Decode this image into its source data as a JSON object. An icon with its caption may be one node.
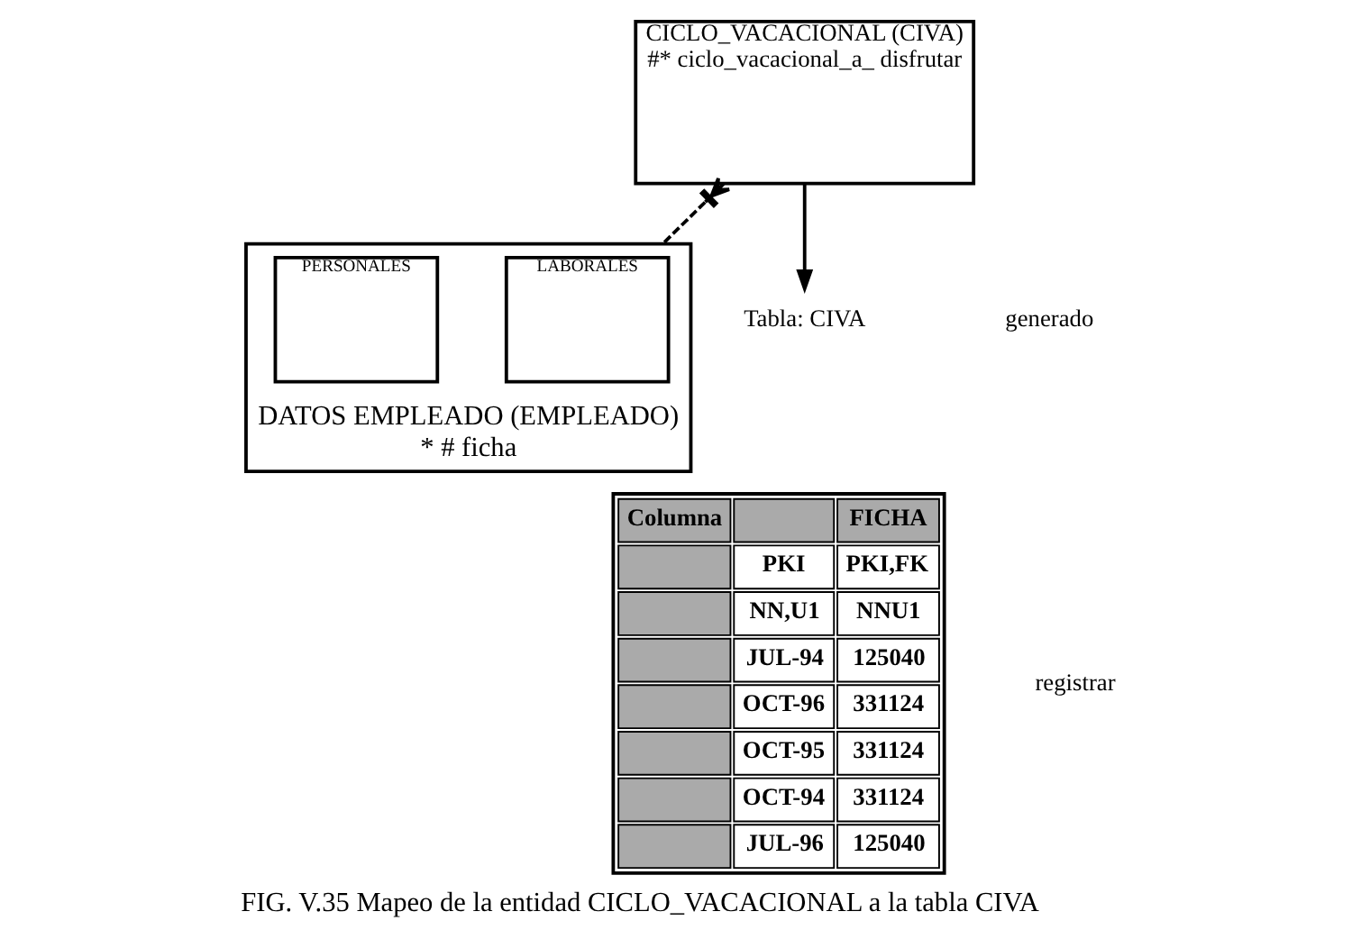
{
  "diagram": {
    "caption": "FIG. V.35 Mapeo de la entidad CICLO_VACACIONAL a la tabla CIVA",
    "nodes": [
      {
        "text": [
          "CICLO_VACACIONAL (CIVA)",
          "#* ciclo_vacacional_a_ disfrutar"
        ]
      },
      {
        "text": [
          "DATOS EMPLEADO (EMPLEADO)",
          "* # ficha"
        ]
      },
      {
        "text": [
          "LABORALES"
        ],
        "in": 1
      },
      {
        "text": [
          "PERSONALES"
        ],
        "in": 1
      },
      {
        "text": [
          "Tabla: CIVA"
        ]
      }
    ],
    "edges": [
      {
        "from": 0,
        "to": 1,
        "arrow": "other",
        "style": "dashed"
      },
      {
        "from": 0,
        "to": 4,
        "arrow": "to"
      }
    ],
    "labels": [
      "generado",
      "registrar",
      "Columna",
      "FICHA",
      "PKI",
      "PKI,FK",
      "NN,U1",
      "NNU1",
      "JUL-94",
      "125040",
      "OCT-96",
      "331124",
      "OCT-95",
      "331124",
      "OCT-94",
      "331124",
      "JUL-96",
      "125040"
    ]
  }
}
